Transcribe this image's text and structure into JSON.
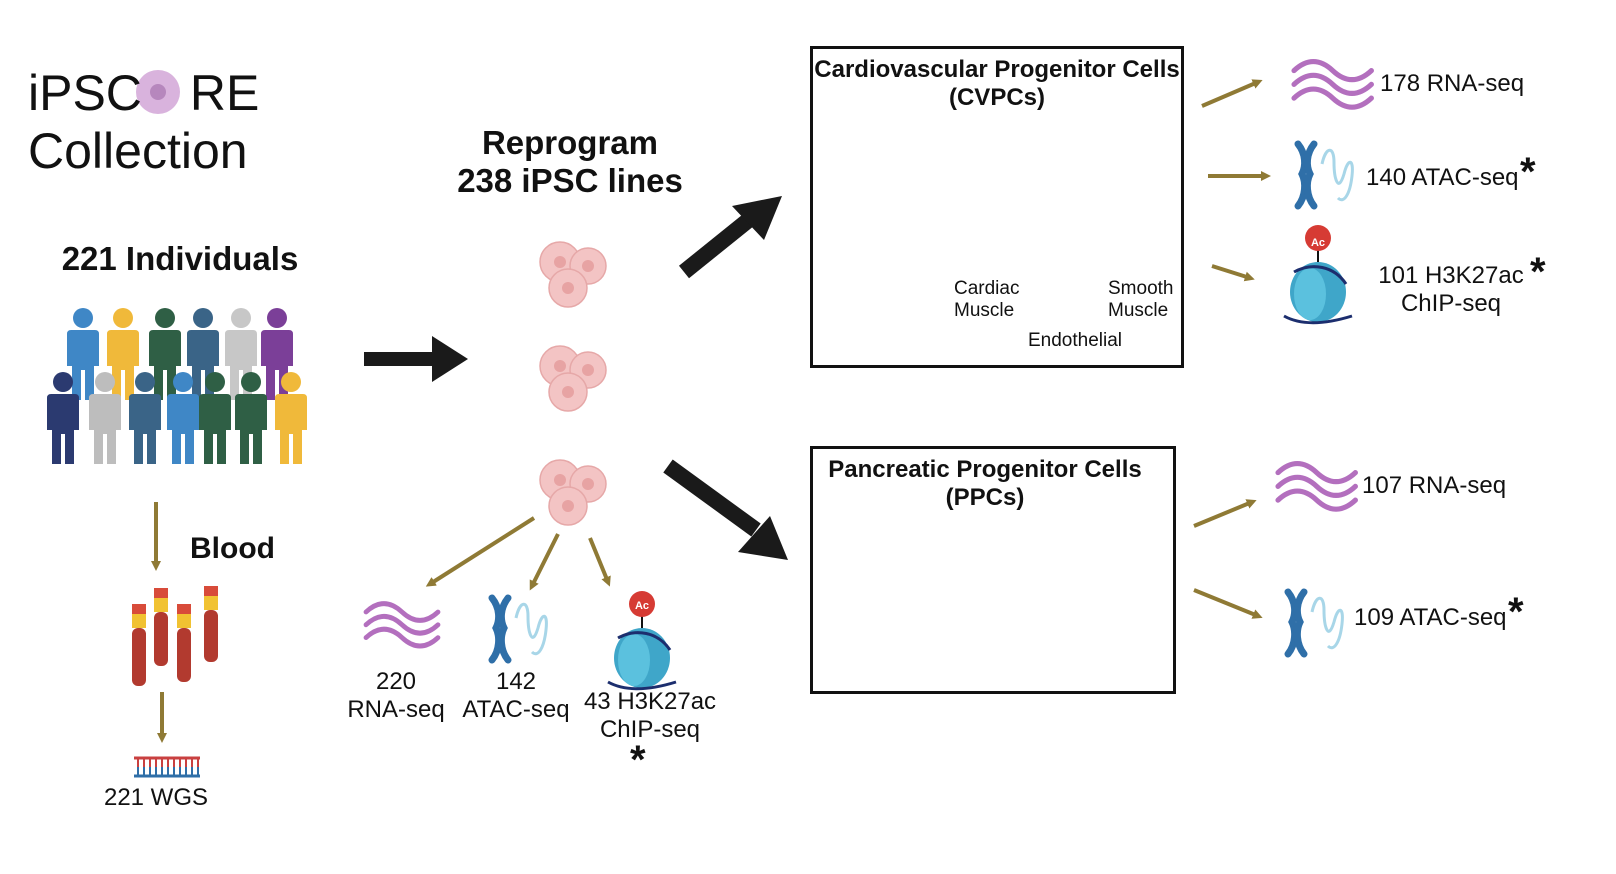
{
  "collection": {
    "title_line1_part1": "iPSC",
    "title_line1_part2": "RE",
    "title_line2": "Collection"
  },
  "individuals": {
    "label": "221 Individuals",
    "blood_label": "Blood",
    "wgs_label": "221 WGS"
  },
  "reprogram": {
    "line1": "Reprogram",
    "line2": "238 iPSC lines",
    "rna": {
      "num": "220",
      "assay": "RNA-seq"
    },
    "atac": {
      "num": "142",
      "assay": "ATAC-seq"
    },
    "chip": {
      "num": "43 H3K27ac",
      "assay": "ChIP-seq",
      "star": "*"
    },
    "ac_label": "Ac"
  },
  "cvpc": {
    "title_line1": "Cardiovascular Progenitor Cells",
    "title_line2": "(CVPCs)",
    "cardiac_l1": "Cardiac",
    "cardiac_l2": "Muscle",
    "smooth_l1": "Smooth",
    "smooth_l2": "Muscle",
    "endothelial": "Endothelial",
    "rna": "178 RNA-seq",
    "atac": "140 ATAC-seq",
    "chip_l1": "101 H3K27ac",
    "chip_l2": "ChIP-seq",
    "star": "*",
    "ac_label": "Ac"
  },
  "ppc": {
    "title_line1": "Pancreatic Progenitor Cells",
    "title_line2": "(PPCs)",
    "rna": "107 RNA-seq",
    "atac": "109 ATAC-seq",
    "star": "*"
  },
  "colors": {
    "olive_arrow": "#8f7a35",
    "black_arrow": "#1a1a1a",
    "rna_wave": "#b36fbe",
    "chromosome": "#2f6fa8",
    "cell_pink": "#f3c4c4",
    "dish": "#dcecf3"
  }
}
